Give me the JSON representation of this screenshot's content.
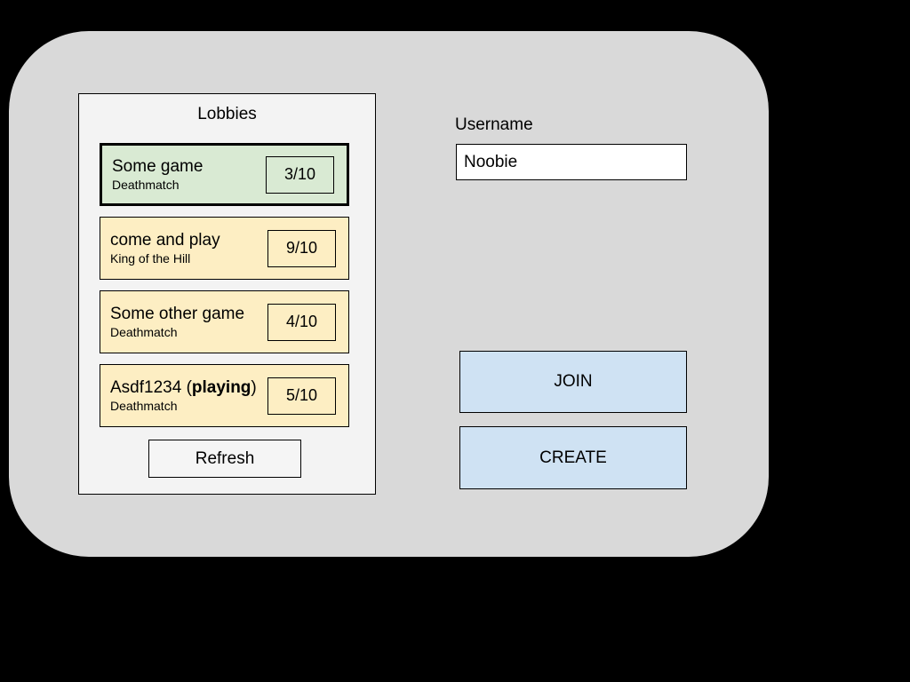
{
  "lobbies": {
    "title": "Lobbies",
    "refresh_label": "Refresh",
    "items": [
      {
        "name_parts": [
          {
            "text": "Some game",
            "bold": false
          }
        ],
        "mode": "Deathmatch",
        "players": "3/10",
        "selected": true
      },
      {
        "name_parts": [
          {
            "text": "come and play",
            "bold": false
          }
        ],
        "mode": "King of the Hill",
        "players": "9/10",
        "selected": false
      },
      {
        "name_parts": [
          {
            "text": "Some other game",
            "bold": false
          }
        ],
        "mode": "Deathmatch",
        "players": "4/10",
        "selected": false
      },
      {
        "name_parts": [
          {
            "text": "Asdf1234 (",
            "bold": false
          },
          {
            "text": "playing",
            "bold": true
          },
          {
            "text": ")",
            "bold": false
          }
        ],
        "mode": "Deathmatch",
        "players": "5/10",
        "selected": false
      }
    ]
  },
  "account": {
    "username_label": "Username",
    "username_value": "Noobie"
  },
  "actions": {
    "join_label": "JOIN",
    "create_label": "CREATE"
  },
  "colors": {
    "page_bg": "#000000",
    "card_bg": "#d9d9d9",
    "panel_bg": "#f3f3f3",
    "selected_lobby_bg": "#d9ead3",
    "lobby_bg": "#fdeec3",
    "refresh_bg": "#f5f5f5",
    "action_button_bg": "#cfe2f3",
    "border": "#000000"
  }
}
